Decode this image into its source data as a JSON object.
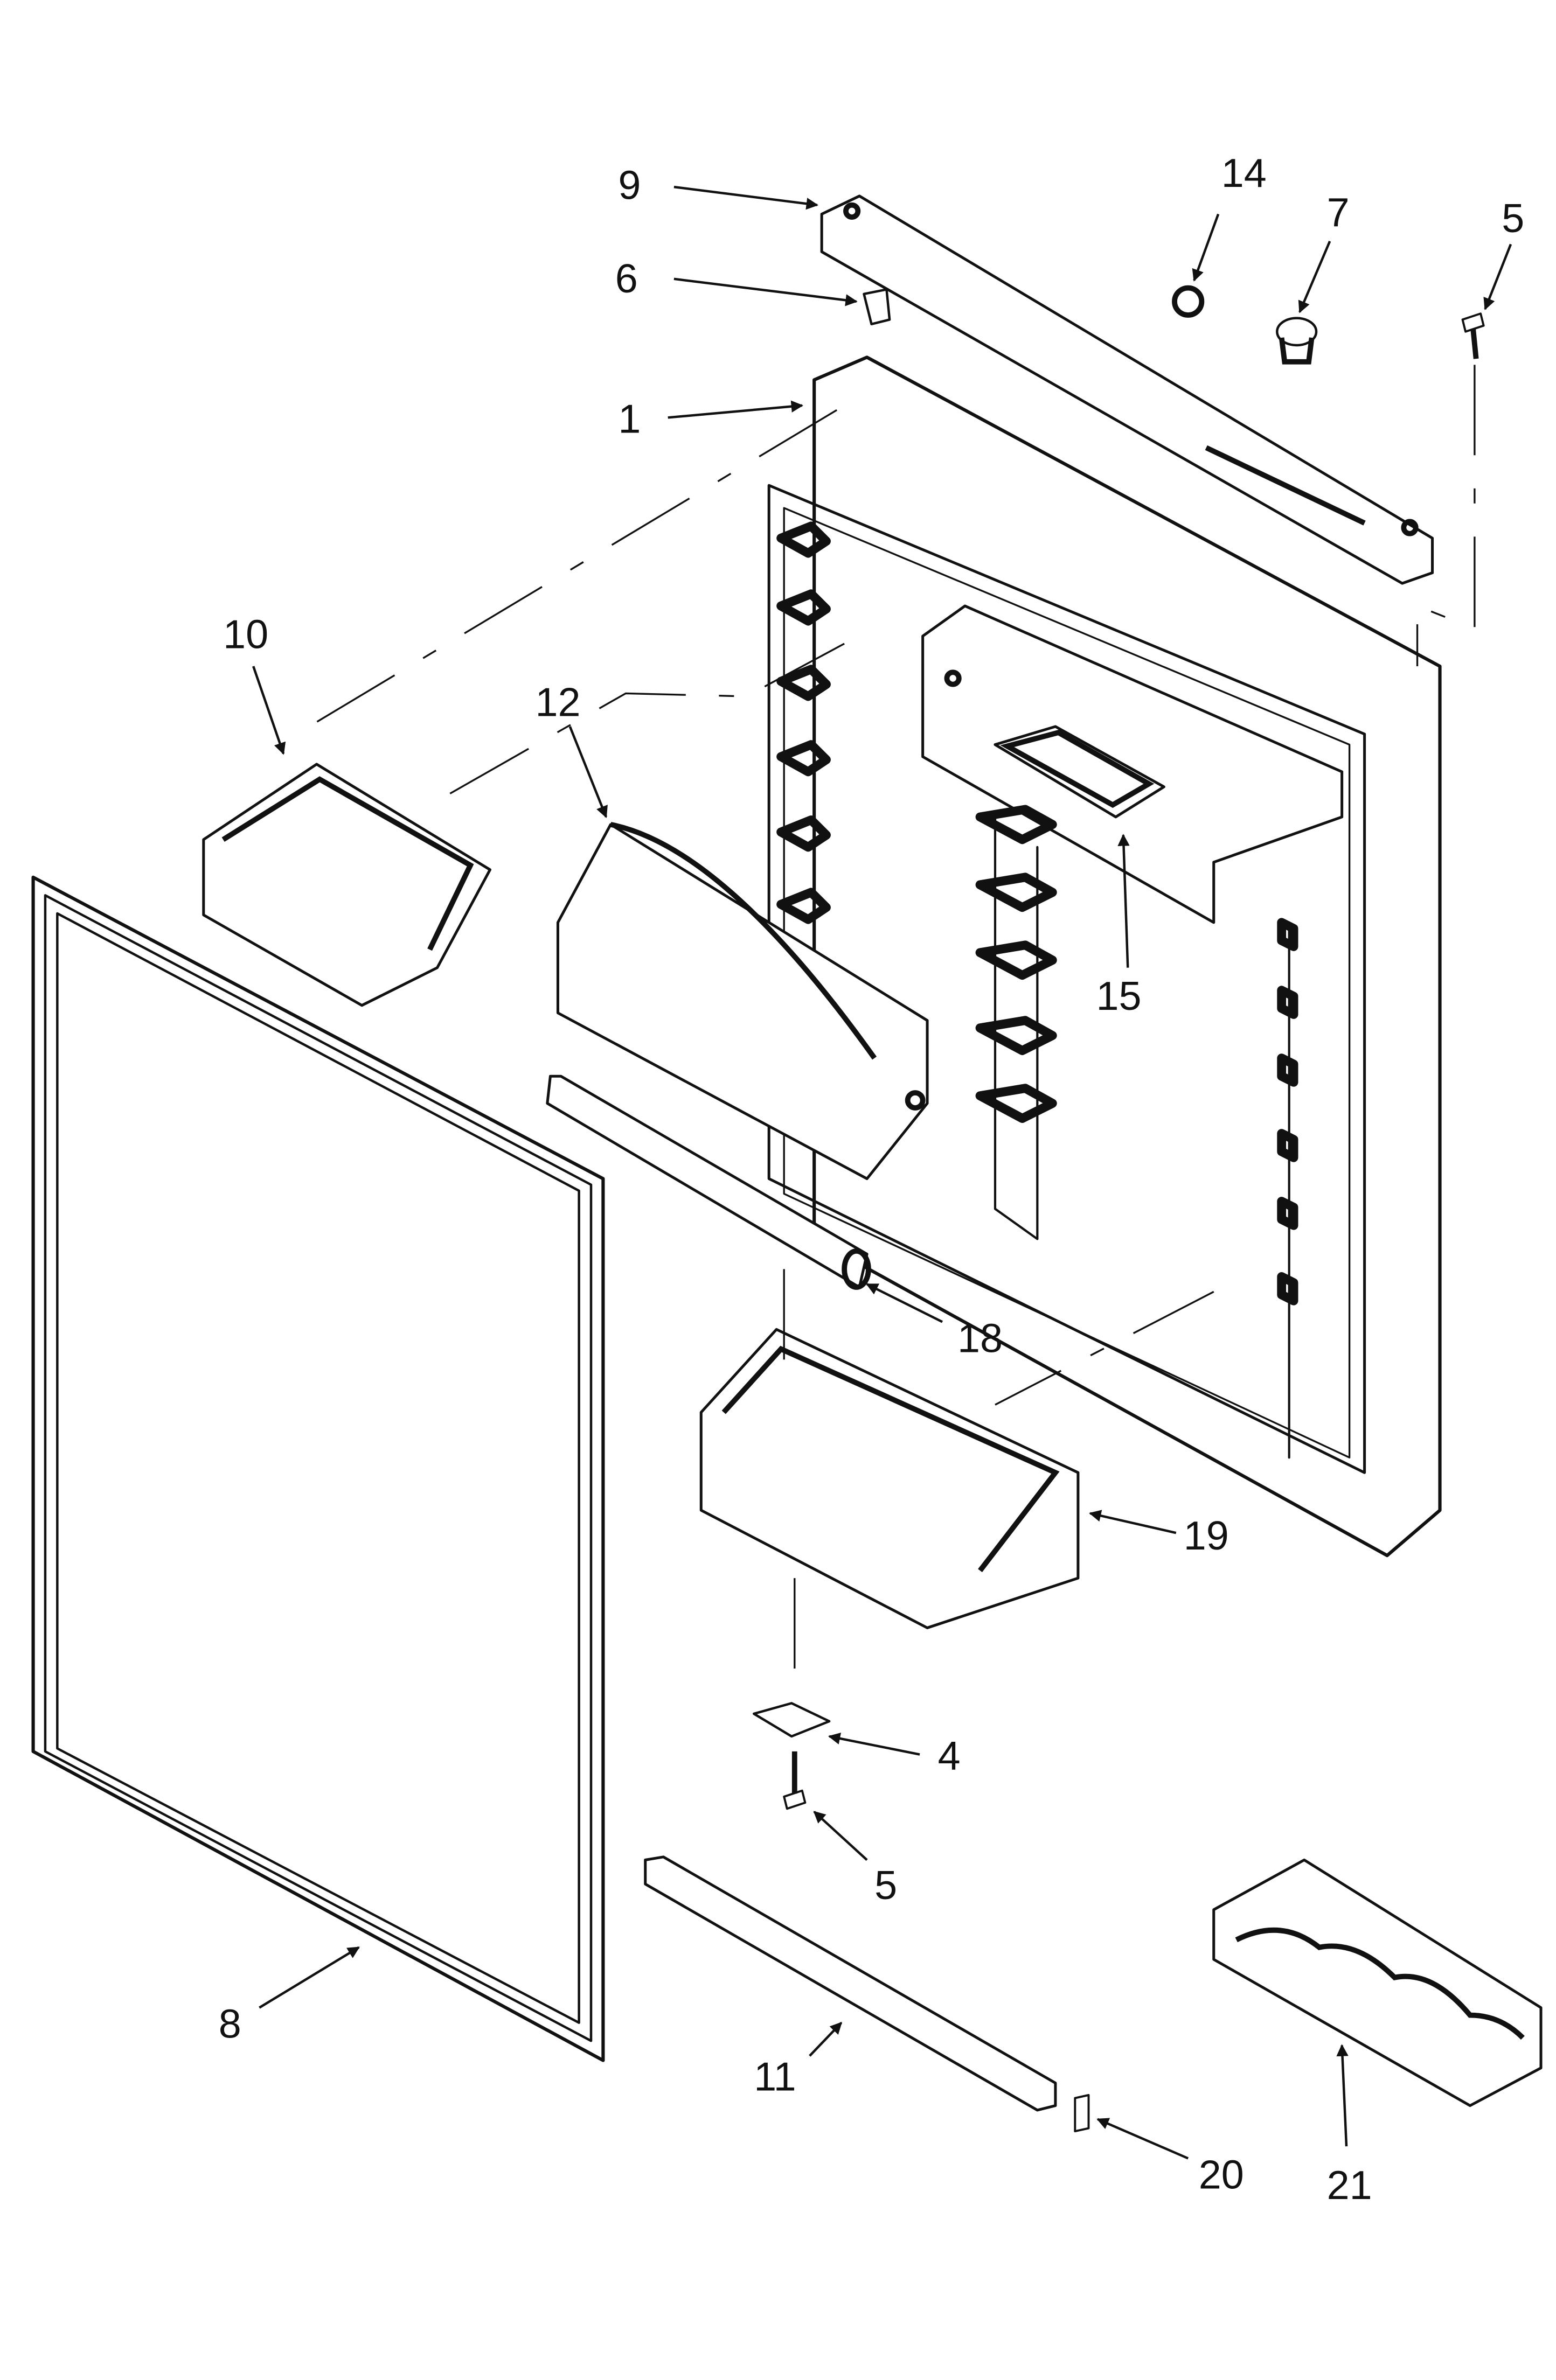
{
  "callouts": [
    {
      "id": "c9",
      "label": "9"
    },
    {
      "id": "c14",
      "label": "14"
    },
    {
      "id": "c7",
      "label": "7"
    },
    {
      "id": "c5a",
      "label": "5"
    },
    {
      "id": "c6",
      "label": "6"
    },
    {
      "id": "c1",
      "label": "1"
    },
    {
      "id": "c10",
      "label": "10"
    },
    {
      "id": "c12",
      "label": "12"
    },
    {
      "id": "c15",
      "label": "15"
    },
    {
      "id": "c18",
      "label": "18"
    },
    {
      "id": "c19",
      "label": "19"
    },
    {
      "id": "c4",
      "label": "4"
    },
    {
      "id": "c5b",
      "label": "5"
    },
    {
      "id": "c8",
      "label": "8"
    },
    {
      "id": "c11",
      "label": "11"
    },
    {
      "id": "c20",
      "label": "20"
    },
    {
      "id": "c21",
      "label": "21"
    }
  ]
}
